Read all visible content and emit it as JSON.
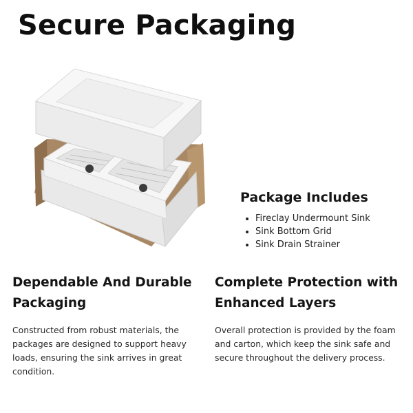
{
  "page": {
    "title": "Secure Packaging"
  },
  "package_includes": {
    "heading": "Package Includes",
    "items": [
      "Fireclay Undermount Sink",
      "Sink Bottom Grid",
      "Sink Drain Strainer"
    ]
  },
  "features": [
    {
      "heading": "Dependable And Durable Packaging",
      "body": "Constructed from robust materials, the packages are designed to support heavy loads, ensuring the sink arrives in great condition."
    },
    {
      "heading": "Complete Protection with Enhanced Layers",
      "body": "Overall protection is provided by the foam and carton, which keep the sink safe and secure throughout the delivery process."
    }
  ],
  "colors": {
    "carton": "#a88763",
    "foam": "#f2f2f2",
    "sink": "#f7f7f7"
  }
}
